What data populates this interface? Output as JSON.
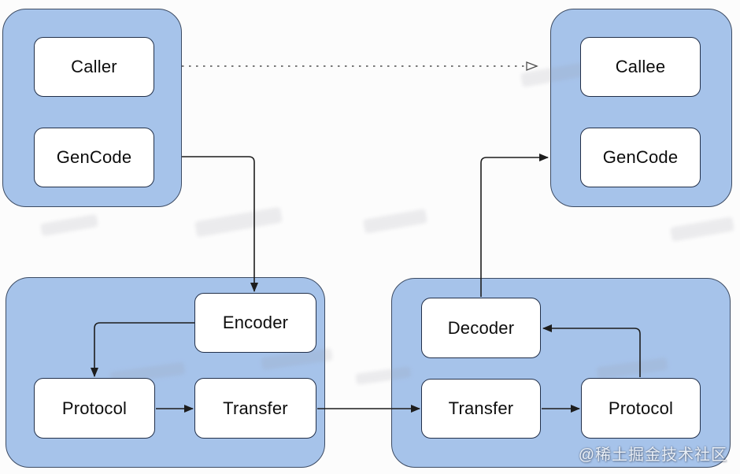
{
  "diagram_title": "rpc-call-flow-diagram",
  "colors": {
    "bg": "#fcfcfc",
    "container_fill": "#a6c3ea",
    "container_border": "#3c4b63",
    "box_fill": "#ffffff",
    "box_border": "#22304a",
    "arrow": "#1d1d1d",
    "dash_arrow": "#4d4d4d",
    "label": "#0d0d0d",
    "watermark": "#f4f6f9"
  },
  "nodes": {
    "caller": "Caller",
    "gencode_client": "GenCode",
    "callee": "Callee",
    "gencode_server": "GenCode",
    "encoder": "Encoder",
    "protocol_client": "Protocol",
    "transfer_client": "Transfer",
    "decoder": "Decoder",
    "transfer_server": "Transfer",
    "protocol_server": "Protocol"
  },
  "edges": [
    {
      "from": "caller",
      "to": "callee",
      "style": "dashed-open-arrow"
    },
    {
      "from": "gencode_client",
      "to": "encoder",
      "style": "solid"
    },
    {
      "from": "encoder",
      "to": "protocol_client",
      "style": "solid"
    },
    {
      "from": "protocol_client",
      "to": "transfer_client",
      "style": "solid"
    },
    {
      "from": "transfer_client",
      "to": "transfer_server",
      "style": "solid"
    },
    {
      "from": "transfer_server",
      "to": "protocol_server",
      "style": "solid"
    },
    {
      "from": "protocol_server",
      "to": "decoder",
      "style": "solid"
    },
    {
      "from": "decoder",
      "to": "gencode_server",
      "style": "solid"
    }
  ],
  "watermark": {
    "text": "@稀土掘金技术社区"
  }
}
